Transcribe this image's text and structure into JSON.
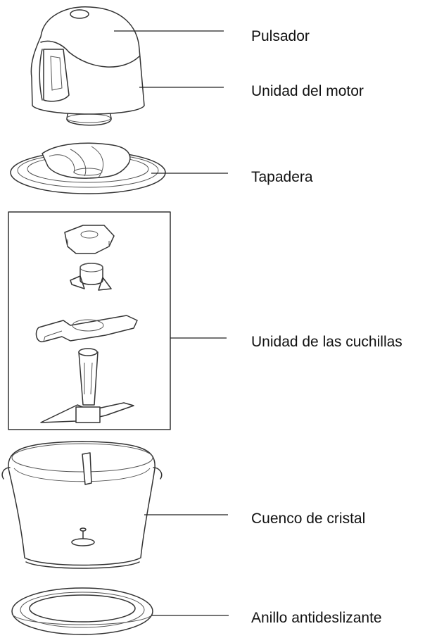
{
  "labels": {
    "push_button": "Pulsador",
    "motor_unit": "Unidad del motor",
    "lid": "Tapadera",
    "blade_unit": "Unidad de las cuchillas",
    "glass_bowl": "Cuenco de cristal",
    "non_slip_ring": "Anillo antideslizante"
  }
}
